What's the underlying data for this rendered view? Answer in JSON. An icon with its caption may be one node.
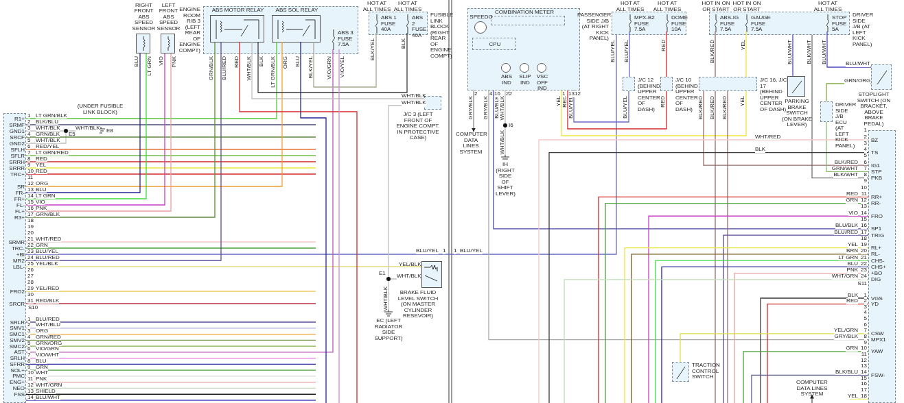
{
  "diagram": {
    "nodes": [
      {
        "text": [
          "R1+",
          "SRMF",
          "GND1",
          "SRCF",
          "GND2",
          "SFLH",
          "SFLR",
          "SRRH",
          "SRRR",
          "TRC+",
          "SR",
          "FR-",
          "FR+",
          "FL-",
          "FL+",
          "R3+",
          "SRMR",
          "TRC-",
          "+BI",
          "MR2",
          "LBL-",
          "FRO2",
          "SRCR",
          "SRLR",
          "SMV1",
          "SMC1",
          "SMV2",
          "SMC2",
          "AST",
          "SRLH",
          "SFRR",
          "SOL+",
          "PMC",
          "ENG+",
          "NEO",
          "FSS"
        ]
      },
      {
        "text": [
          "RIGHT FRONT ABS SPEED SENSOR"
        ]
      },
      {
        "text": [
          "LEFT FRONT ABS SPEED SENSOR"
        ]
      },
      {
        "text": [
          "ENGINE ROOM R/B 3 (LEFT REAR OF ENGINE COMPT)"
        ]
      },
      {
        "text": [
          "ABS MOTOR RELAY"
        ],
        "in": 3
      },
      {
        "text": [
          "ABS SOL RELAY"
        ],
        "in": 3
      },
      {
        "text": [
          "ABS 3 FUSE 7.5A"
        ],
        "in": 3
      },
      {
        "text": [
          "FUSIBLE LINK BLOCK (RIGHT REAR OF ENGINE COMPT)"
        ]
      },
      {
        "text": [
          "ABS 1 FUSE 40A"
        ],
        "in": 7,
        "beside": [
          "HOT AT ALL TIMES"
        ]
      },
      {
        "text": [
          "ABS 2 FUSE 40A"
        ],
        "in": 7,
        "beside": [
          "HOT AT ALL TIMES"
        ]
      },
      {
        "text": [
          "J/C 3 (LEFT FRONT OF ENGINE COMPT. IN PROTECTIVE CASE)"
        ],
        "beside": [
          "WHT/BLK"
        ]
      },
      {
        "text": [
          "E8"
        ],
        "beside": [
          "(UNDER FUSIBLE LINK BLOCK)"
        ]
      },
      {
        "text": [
          "E5"
        ]
      },
      {
        "text": [
          "BRAKE FLUID LEVEL SWITCH (ON MASTER CYLINDER RESEVOIR)"
        ],
        "beside": [
          "YEL/BLK"
        ]
      },
      {
        "text": [
          "E1"
        ]
      },
      {
        "text": [
          "EC (LEFT RADIATOR SIDE SUPPORT)"
        ]
      },
      {
        "text": [
          "COMBINATION METER"
        ]
      },
      {
        "text": [
          "SPEEDO"
        ],
        "in": 16
      },
      {
        "text": [
          "CPU"
        ],
        "in": 16
      },
      {
        "text": [
          "ABS IND"
        ],
        "in": 16
      },
      {
        "text": [
          "SLIP IND"
        ],
        "in": 16
      },
      {
        "text": [
          "VSC OFF IND"
        ],
        "in": 16
      },
      {
        "text": [
          "COMPUTER DATA LINES SYSTEM"
        ]
      },
      {
        "text": [
          "I6"
        ]
      },
      {
        "text": [
          "IH (RIGHT SIDE OF SHIFT LEVER)"
        ]
      },
      {
        "text": [
          "PASSENGER SIDE J/B (AT RIGHT KICK PANEL)"
        ]
      },
      {
        "text": [
          "MPX-B2 FUSE 7.5A"
        ],
        "in": 25,
        "beside": [
          "HOT AT ALL TIMES"
        ]
      },
      {
        "text": [
          "DOME FUSE 10A"
        ],
        "in": 25,
        "beside": [
          "HOT AT ALL TIMES"
        ]
      },
      {
        "text": [
          "J/C 12 (BEHIND UPPER CENTER OF DASH)"
        ]
      },
      {
        "text": [
          "J/C 10 (BEHIND UPPER CENTER OF DASH)"
        ]
      },
      {
        "text": [
          "DRIVER SIDE J/B (AT LEFT KICK PANEL)"
        ]
      },
      {
        "text": [
          "ABS-IG FUSE 7.5A"
        ],
        "in": 30,
        "beside": [
          "HOT IN ON OR START"
        ]
      },
      {
        "text": [
          "GAUGE FUSE 7.5A"
        ],
        "in": 30,
        "beside": [
          "HOT IN ON OR START"
        ]
      },
      {
        "text": [
          "STOP FUSE 5A"
        ],
        "in": 30,
        "beside": [
          "HOT AT ALL TIMES"
        ]
      },
      {
        "text": [
          "J/C 16, J/C 17 (BEHIND UPPER CENTER OF DASH)"
        ]
      },
      {
        "text": [
          "PARKING BRAKE SWITCH (ON BRAKE LEVER)"
        ]
      },
      {
        "text": [
          "STOPLIGHT SWITCH (ON BRACKET, ABOVE BRAKE PEDAL)"
        ]
      },
      {
        "text": [
          "DRIVER SIDE J/B ECU (AT LEFT KICK PANEL)"
        ]
      },
      {
        "text": [
          "BZ",
          "TS",
          "IG1",
          "STP",
          "PKB",
          "RR+",
          "RR-",
          "FRO",
          "SP1",
          "TRIG",
          "RL+",
          "RL-",
          "CHS-",
          "CHS+",
          "+BO",
          "DIG",
          "VGS",
          "YD",
          "CSW",
          "MPX1",
          "YAW",
          "FSW-"
        ]
      },
      {
        "text": [
          "TRACTION CONTROL SWITCH"
        ]
      },
      {
        "text": [
          "COMPUTER DATA LINES SYSTEM"
        ]
      }
    ],
    "edges": [
      {
        "from": 0,
        "to": 5,
        "arrow": "none",
        "label": "LT GRN/BLK",
        "color": "#55c83a"
      },
      {
        "from": 0,
        "to": null,
        "arrow": "none",
        "label": "BLK/BLU",
        "color": "#4b4b78"
      },
      {
        "from": 0,
        "to": 12,
        "arrow": "none",
        "label": "WHT/BLK",
        "color": "#c0c0c0"
      },
      {
        "from": 0,
        "to": 12,
        "arrow": "none",
        "label": "WHT/BLK",
        "color": "#c0c0c0"
      },
      {
        "from": 12,
        "to": 11,
        "arrow": "none",
        "label": "WHT/BLK",
        "color": "#c0c0c0"
      },
      {
        "from": 0,
        "to": null,
        "arrow": "none",
        "label": "GRN/BLK",
        "color": "#5a8a3a"
      },
      {
        "from": 0,
        "to": null,
        "arrow": "none",
        "label": "RED/YEL",
        "color": "#e8703a"
      },
      {
        "from": 0,
        "to": null,
        "arrow": "none",
        "label": "LT GRN/RED",
        "color": "#6cc04a"
      },
      {
        "from": 0,
        "to": null,
        "arrow": "none",
        "label": "RED",
        "color": "#d22b2b"
      },
      {
        "from": 0,
        "to": null,
        "arrow": "none",
        "label": "YEL",
        "color": "#ece63c"
      },
      {
        "from": 0,
        "to": null,
        "arrow": "none",
        "label": "RED",
        "color": "#d22b2b"
      },
      {
        "from": 0,
        "to": 5,
        "arrow": "none",
        "label": "ORG",
        "color": "#f0a030"
      },
      {
        "from": 0,
        "to": 1,
        "arrow": "none",
        "label": "BLU",
        "color": "#24249a"
      },
      {
        "from": 0,
        "to": 1,
        "arrow": "none",
        "label": "LT GRN",
        "color": "#3fd83f"
      },
      {
        "from": 0,
        "to": 2,
        "arrow": "none",
        "label": "VIO",
        "color": "#c83ec8"
      },
      {
        "from": 0,
        "to": 2,
        "arrow": "none",
        "label": "PNK",
        "color": "#e8a0a0"
      },
      {
        "from": 0,
        "to": 4,
        "arrow": "none",
        "label": "GRN/BLK",
        "color": "#5a8a3a"
      },
      {
        "from": 0,
        "to": null,
        "arrow": "none",
        "label": "WHT/RED",
        "color": "#f2c8c8"
      },
      {
        "from": 0,
        "to": null,
        "arrow": "none",
        "label": "GRN",
        "color": "#4aa23a"
      },
      {
        "from": 0,
        "to": 25,
        "arrow": "none",
        "label": "BLU/YEL",
        "color": "#6a6ac8"
      },
      {
        "from": 0,
        "to": 4,
        "arrow": "none",
        "label": "BLU/RED",
        "color": "#5a4a9a"
      },
      {
        "from": 0,
        "to": 13,
        "arrow": "none",
        "label": "YEL/BLK",
        "color": "#e0dc78"
      },
      {
        "from": 0,
        "to": null,
        "arrow": "none",
        "label": "YEL/RED",
        "color": "#f0c860"
      },
      {
        "from": 0,
        "to": null,
        "arrow": "none",
        "label": "RED/BLK",
        "color": "#b83040"
      },
      {
        "from": 0,
        "to": null,
        "arrow": "none",
        "label": "BLU/RED",
        "color": "#5a4a9a"
      },
      {
        "from": 0,
        "to": null,
        "arrow": "none",
        "label": "WHT/BLU",
        "color": "#b8b8e0"
      },
      {
        "from": 0,
        "to": null,
        "arrow": "none",
        "label": "ORG",
        "color": "#f0a030"
      },
      {
        "from": 0,
        "to": null,
        "arrow": "none",
        "label": "GRN/RED",
        "color": "#7a9a50"
      },
      {
        "from": 0,
        "to": null,
        "arrow": "none",
        "label": "GRN/ORG",
        "color": "#80b040"
      },
      {
        "from": 0,
        "to": 6,
        "arrow": "none",
        "label": "VIO/GRN",
        "color": "#b858b8"
      },
      {
        "from": 0,
        "to": null,
        "arrow": "none",
        "label": "VIO/WHT",
        "color": "#e878e8"
      },
      {
        "from": 0,
        "to": null,
        "arrow": "none",
        "label": "BLU",
        "color": "#24249a"
      },
      {
        "from": 0,
        "to": null,
        "arrow": "none",
        "label": "GRN",
        "color": "#4aa23a"
      },
      {
        "from": 0,
        "to": null,
        "arrow": "none",
        "label": "WHT",
        "color": "#d8d8d8"
      },
      {
        "from": 0,
        "to": null,
        "arrow": "none",
        "label": "PNK",
        "color": "#e8a0a0"
      },
      {
        "from": 0,
        "to": null,
        "arrow": "none",
        "label": "WHT/GRN",
        "color": "#c0dcb8"
      },
      {
        "from": 0,
        "to": null,
        "arrow": "none",
        "label": "SHIELD",
        "color": "#1a1a1a"
      },
      {
        "from": 0,
        "to": null,
        "arrow": "none",
        "label": "BLU/WHT",
        "color": "#4848c0"
      },
      {
        "from": 4,
        "to": null,
        "arrow": "none",
        "label": "RED",
        "color": "#d22b2b"
      },
      {
        "from": 4,
        "to": 10,
        "arrow": "none",
        "label": "WHT/BLK",
        "color": "#c0c0c0"
      },
      {
        "from": 4,
        "to": 9,
        "arrow": "none",
        "label": "BLK",
        "color": "#3a3a3a"
      },
      {
        "from": 5,
        "to": null,
        "arrow": "none",
        "label": "BLU",
        "color": "#24249a"
      },
      {
        "from": 5,
        "to": 8,
        "arrow": "none",
        "label": "BLK/YEL",
        "color": "#a8a890"
      },
      {
        "from": 6,
        "to": null,
        "arrow": "none",
        "label": "VIO/YEL",
        "color": "#d088d8"
      },
      {
        "from": 10,
        "to": 14,
        "arrow": "none",
        "label": "WHT/BLK",
        "color": "#c0c0c0"
      },
      {
        "from": 14,
        "to": 13,
        "arrow": "none",
        "label": "WHT/BLK",
        "color": "#c0c0c0"
      },
      {
        "from": 14,
        "to": 15,
        "arrow": "none",
        "label": "WHT/BLK",
        "color": "#c0c0c0"
      },
      {
        "from": 16,
        "to": 22,
        "arrow": "to",
        "label": "GRY/BLK",
        "color": "#8a8a8a"
      },
      {
        "from": 16,
        "to": 38,
        "arrow": "none",
        "label": "GRY/BLK",
        "color": "#a8a8a8"
      },
      {
        "from": 16,
        "to": 38,
        "arrow": "none",
        "label": "BLU/BLK",
        "color": "#4a4aa8"
      },
      {
        "from": 16,
        "to": 23,
        "arrow": "none",
        "label": "WHT/BLK",
        "color": "#c0c0c0"
      },
      {
        "from": 23,
        "to": 24,
        "arrow": "none",
        "label": "WHT/BLK",
        "color": "#c0c0c0"
      },
      {
        "from": 16,
        "to": 34,
        "arrow": "none",
        "label": "YEL",
        "color": "#ece63c"
      },
      {
        "from": 16,
        "to": 29,
        "arrow": "none",
        "label": "RED",
        "color": "#d22b2b"
      },
      {
        "from": 28,
        "to": 16,
        "arrow": "none",
        "label": "BLU/YEL",
        "color": "#6a6ac8"
      },
      {
        "from": 26,
        "to": 28,
        "arrow": "none",
        "label": "BLU/YEL",
        "color": "#6a6ac8"
      },
      {
        "from": 27,
        "to": 29,
        "arrow": "none",
        "label": "RED",
        "color": "#d22b2b"
      },
      {
        "from": 31,
        "to": 34,
        "arrow": "none",
        "label": "BLK/RED",
        "color": "#9a6a6a"
      },
      {
        "from": 32,
        "to": 34,
        "arrow": "none",
        "label": "YEL",
        "color": "#ece63c"
      },
      {
        "from": 34,
        "to": 38,
        "arrow": "none",
        "label": "BLK/RED",
        "color": "#9a6a6a"
      },
      {
        "from": 34,
        "to": null,
        "arrow": "none",
        "label": "BLK/RED",
        "color": "#9a6a6a"
      },
      {
        "from": 34,
        "to": null,
        "arrow": "none",
        "label": "BLK/RED",
        "color": "#9a6a6a"
      },
      {
        "from": 30,
        "to": 35,
        "arrow": "none",
        "label": "BLU/WHT",
        "color": "#4848c0"
      },
      {
        "from": 30,
        "to": 38,
        "arrow": "none",
        "label": "BLK/WHT",
        "color": "#707070"
      },
      {
        "from": 33,
        "to": 36,
        "arrow": "none",
        "label": "BLU/WHT",
        "color": "#4848c0"
      },
      {
        "from": 36,
        "to": 37,
        "arrow": "none",
        "label": "GRN/ORG",
        "color": "#80b040"
      },
      {
        "from": 37,
        "to": 38,
        "arrow": "none",
        "label": "GRN/WHT",
        "color": "#8cc070"
      },
      {
        "from": null,
        "to": 38,
        "arrow": "none",
        "label": "WHT/RED",
        "color": "#f2c8c8"
      },
      {
        "from": null,
        "to": 38,
        "arrow": "none",
        "label": "BLK",
        "color": "#3a3a3a"
      },
      {
        "from": null,
        "to": 38,
        "arrow": "none",
        "label": "RED",
        "color": "#d22b2b"
      },
      {
        "from": null,
        "to": 38,
        "arrow": "none",
        "label": "GRN",
        "color": "#4aa23a"
      },
      {
        "from": null,
        "to": 38,
        "arrow": "none",
        "label": "VIO",
        "color": "#c83ec8"
      },
      {
        "from": null,
        "to": 38,
        "arrow": "none",
        "label": "BLU/RED",
        "color": "#5a4a9a"
      },
      {
        "from": null,
        "to": 38,
        "arrow": "none",
        "label": "YEL",
        "color": "#ece63c"
      },
      {
        "from": null,
        "to": 38,
        "arrow": "none",
        "label": "BRN",
        "color": "#7a5a20"
      },
      {
        "from": null,
        "to": 38,
        "arrow": "none",
        "label": "LT GRN",
        "color": "#3fd83f"
      },
      {
        "from": null,
        "to": 38,
        "arrow": "none",
        "label": "BLU",
        "color": "#24249a"
      },
      {
        "from": null,
        "to": 38,
        "arrow": "none",
        "label": "PNK",
        "color": "#e8a0a0"
      },
      {
        "from": null,
        "to": 38,
        "arrow": "none",
        "label": "WHT/GRN",
        "color": "#c0dcb8"
      },
      {
        "from": null,
        "to": 38,
        "arrow": "none",
        "label": "BLK",
        "color": "#3a3a3a"
      },
      {
        "from": null,
        "to": 38,
        "arrow": "none",
        "label": "RED",
        "color": "#d22b2b"
      },
      {
        "from": 39,
        "to": 38,
        "arrow": "none",
        "label": "YEL/GRN",
        "color": "#dce040"
      },
      {
        "from": null,
        "to": 38,
        "arrow": "none",
        "label": "GRN",
        "color": "#4aa23a"
      },
      {
        "from": null,
        "to": 38,
        "arrow": "none",
        "label": "BLK/BLU",
        "color": "#5a5a8a"
      },
      {
        "from": null,
        "to": 38,
        "arrow": "none",
        "label": "YEL",
        "color": "#ece63c"
      },
      {
        "from": null,
        "to": 40,
        "arrow": "to",
        "color": "#555555"
      }
    ],
    "labels": [
      "1",
      "2",
      "3",
      "4",
      "5",
      "6",
      "7",
      "8",
      "9",
      "10",
      "11",
      "12",
      "13",
      "14",
      "15",
      "16",
      "17",
      "18",
      "19",
      "20",
      "21",
      "22",
      "23",
      "24",
      "25",
      "26",
      "27",
      "28",
      "29",
      "30",
      "31",
      "S10",
      "1",
      "2",
      "3",
      "4",
      "5",
      "6",
      "7",
      "8",
      "9",
      "10",
      "11",
      "12",
      "13",
      "14",
      "1",
      "2",
      "3",
      "4",
      "5",
      "6",
      "7",
      "8",
      "9",
      "10",
      "11",
      "12",
      "13",
      "14",
      "15",
      "16",
      "17",
      "18",
      "19",
      "20",
      "21",
      "22",
      "23",
      "24",
      "S11",
      "1",
      "2",
      "3",
      "4",
      "5",
      "6",
      "7",
      "8",
      "9",
      "10",
      "11",
      "12",
      "13",
      "14",
      "15",
      "16",
      "17",
      "18",
      "2",
      "4",
      "16",
      "22",
      "1",
      "13",
      "12",
      "BLU",
      "LT GRN",
      "VIO",
      "PNK",
      "GRN/BLK",
      "BLU/RED",
      "LT GRN/BLK",
      "ORG",
      "VIO/GRN",
      "BLK/YEL",
      "BLK",
      "BLU/YEL",
      "1",
      "1",
      "BLU/YEL",
      "BLU/YEL",
      "GRY/BLK",
      "BLU/BLK",
      "BLK/RED",
      "BLK/WHT",
      "BLU/WHT",
      "BLU/YEL",
      "RED",
      "YEL"
    ]
  }
}
